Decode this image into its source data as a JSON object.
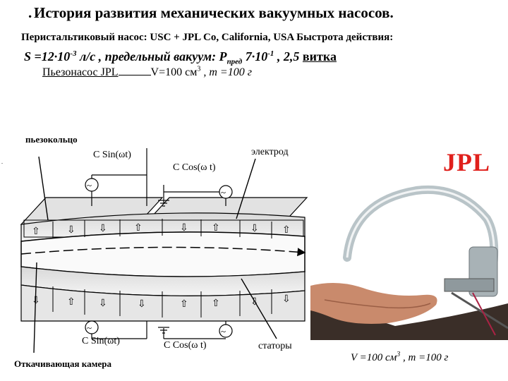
{
  "header": {
    "title": "История развития механических вакуумных насосов.",
    "line2": "Перистальтиковый  насос: USC +  JPL Co, California, USA  Быстрота действия:",
    "line3_prefix": "S =12·10",
    "line3_exp1": "-3",
    "line3_mid": " л/с , предельный вакуум:  P",
    "line3_sub": "пред",
    "line3_val": " 7·10",
    "line3_exp2": "-1",
    "line3_tail": " , 2,5  ",
    "line3_turns": "витка",
    "line4_label": "Пьезонасос JPL",
    "line4_value": "V=100 см",
    "line4_exp": "3",
    "line4_tail": " ,  m =100 г"
  },
  "diagram": {
    "piezo_ring": "пьезокольцо",
    "sin_top": "C Sin(ωt)",
    "cos_top": "C Cos(ω  t)",
    "electrode": "электрод",
    "sin_bottom": "C Sin(ωt)",
    "cos_bottom": "C Cos(ω  t)",
    "stators": "статоры",
    "chamber": "Откачивающая камера"
  },
  "photo": {
    "logo": "JPL",
    "caption_prefix": "V =100 см",
    "caption_exp": "3",
    "caption_tail": " , m =100 г"
  },
  "colors": {
    "logo_red": "#e0201c",
    "hand": "#c98a6c"
  }
}
